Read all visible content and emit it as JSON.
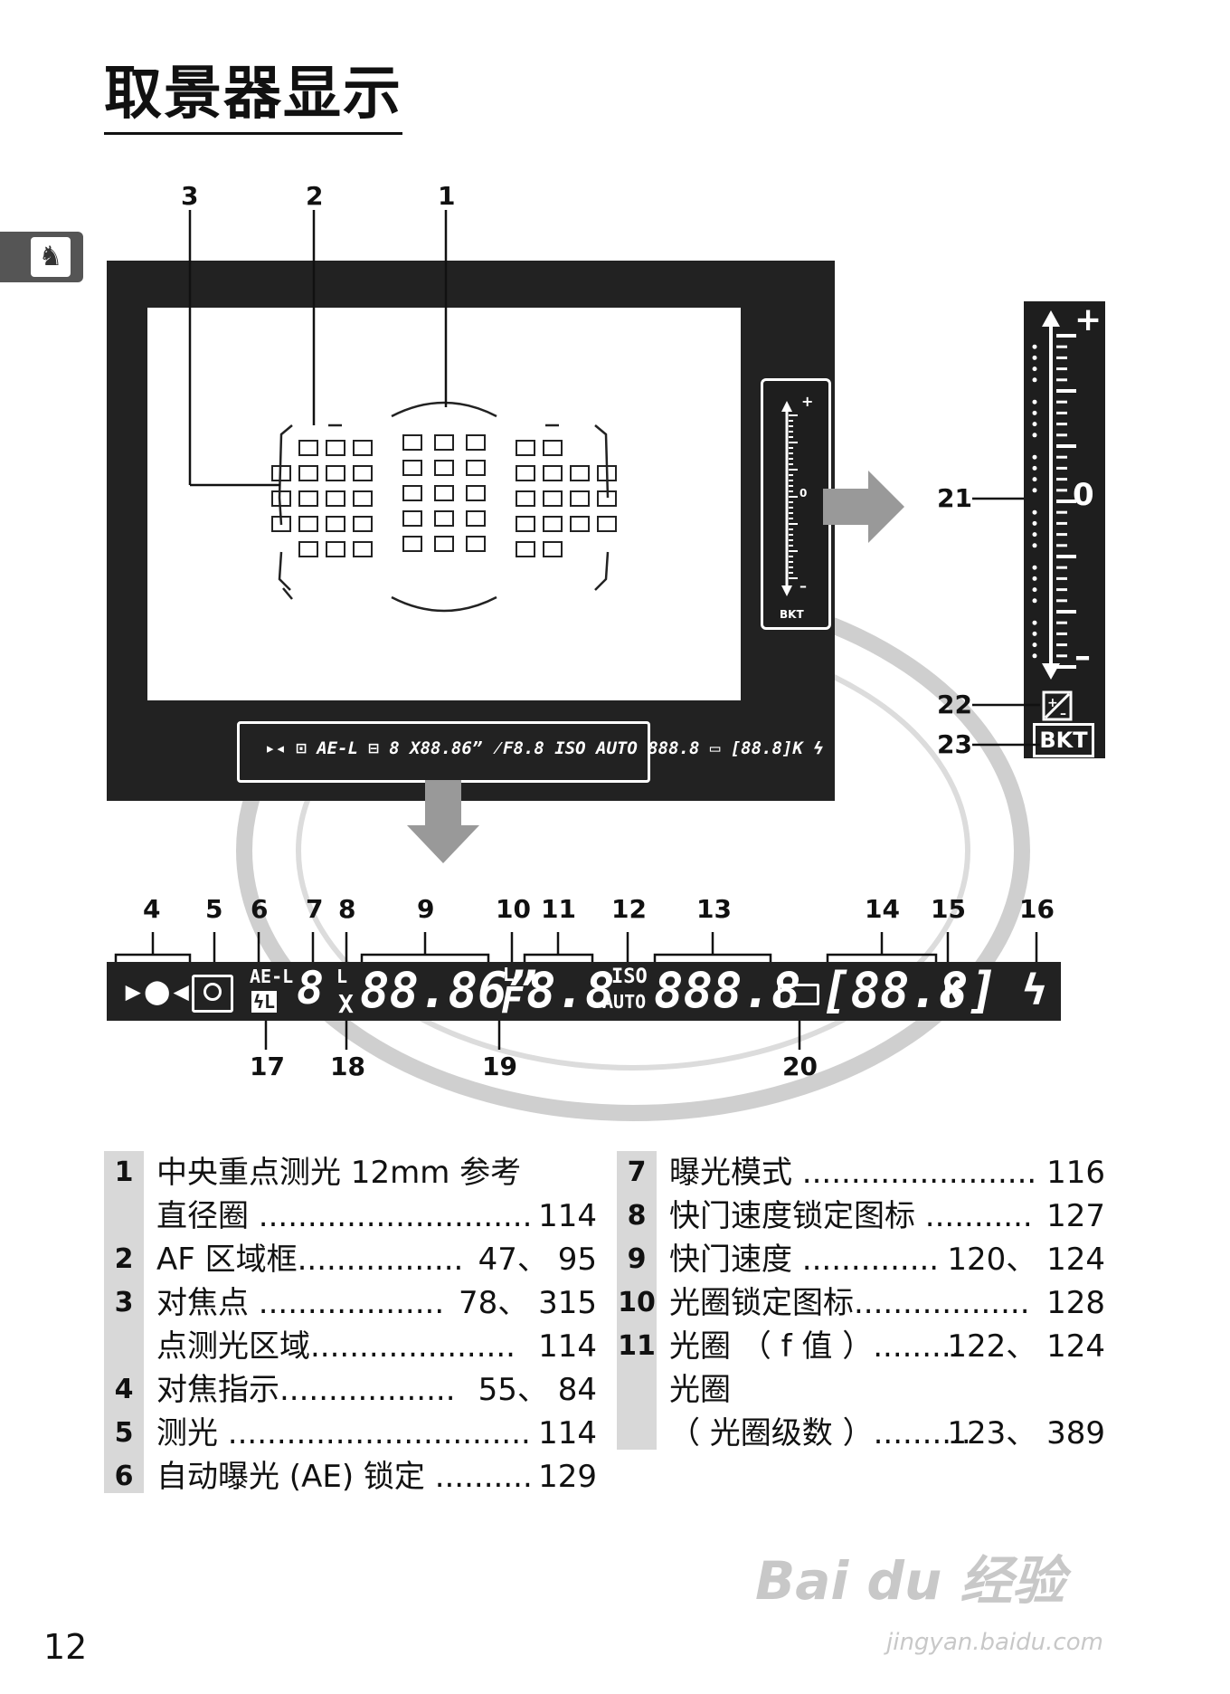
{
  "title": "取景器显示",
  "page_number": "12",
  "callouts": {
    "c1": "1",
    "c2": "2",
    "c3": "3",
    "c4": "4",
    "c5": "5",
    "c6": "6",
    "c7": "7",
    "c8": "8",
    "c9": "9",
    "c10": "10",
    "c11": "11",
    "c12": "12",
    "c13": "13",
    "c14": "14",
    "c15": "15",
    "c16": "16",
    "c17": "17",
    "c18": "18",
    "c19": "19",
    "c20": "20",
    "c21": "21",
    "c22": "22",
    "c23": "23"
  },
  "viewfinder_info": "▸◂ ⊡ AE-L ⊟ 8 X88.86” ⁄F8.8 ISO AUTO 888.8 ▭ [88.8]K ϟ",
  "lcd": {
    "focus": "▸●◂",
    "ael": "AE-L",
    "fl": "ϟL",
    "mode": "8",
    "lock_l": "L",
    "shutter": "88.86”",
    "x": "X",
    "ap_lock": "L",
    "f": "F",
    "aperture": "8.8",
    "iso": "ISO",
    "auto": "AUTO",
    "iso_val": "888.8",
    "frames": "[88.8]",
    "k": "K",
    "flash": "ϟ"
  },
  "scale": {
    "plus": "+",
    "zero": "0",
    "minus": "–",
    "bkt": "BKT"
  },
  "watermark": {
    "main": "Bai du 经验",
    "url": "jingyan.baidu.com"
  },
  "list_left": [
    {
      "n": "1",
      "t": "中央重点测光 12mm 参考",
      "p": ""
    },
    {
      "n": "",
      "t": "直径圈 ............................",
      "p": "114"
    },
    {
      "n": "2",
      "t": "AF 区域框.................",
      "p": "47、 95"
    },
    {
      "n": "3",
      "t": "对焦点 ...................",
      "p": "78、 315"
    },
    {
      "n": "",
      "t": "点测光区域.....................",
      "p": "114"
    },
    {
      "n": "4",
      "t": "对焦指示..................",
      "p": "55、 84"
    },
    {
      "n": "5",
      "t": "测光 ...............................",
      "p": "114"
    },
    {
      "n": "6",
      "t": "自动曝光 (AE) 锁定 ..........",
      "p": "129"
    }
  ],
  "list_right": [
    {
      "n": "7",
      "t": "曝光模式 ........................",
      "p": "116"
    },
    {
      "n": "8",
      "t": "快门速度锁定图标 ...........",
      "p": "127"
    },
    {
      "n": "9",
      "t": "快门速度 ..............",
      "p": "120、 124"
    },
    {
      "n": "10",
      "t": "光圈锁定图标..................",
      "p": "128"
    },
    {
      "n": "11",
      "t": "光圈 （ f 值 ）.........",
      "p": "122、 124"
    },
    {
      "n": "",
      "t": "光圈",
      "p": ""
    },
    {
      "n": "",
      "t": "（ 光圈级数 ）..........",
      "p": "123、 389"
    }
  ]
}
